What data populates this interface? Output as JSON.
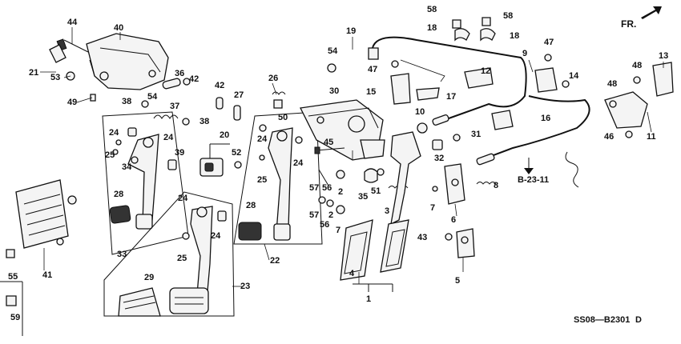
{
  "diagram": {
    "labels": [
      "1",
      "2",
      "3",
      "4",
      "5",
      "6",
      "7",
      "8",
      "9",
      "10",
      "11",
      "12",
      "13",
      "14",
      "15",
      "16",
      "17",
      "18",
      "19",
      "20",
      "21",
      "22",
      "23",
      "24",
      "25",
      "26",
      "27",
      "28",
      "29",
      "30",
      "31",
      "32",
      "33",
      "34",
      "35",
      "36",
      "37",
      "38",
      "39",
      "40",
      "41",
      "42",
      "43",
      "44",
      "45",
      "46",
      "47",
      "48",
      "49",
      "50",
      "51",
      "52",
      "53",
      "54",
      "55",
      "56",
      "57",
      "58",
      "59"
    ],
    "reference": "B-23-11",
    "direction_label": "FR.",
    "code": "SS08—B2301",
    "code_suffix": "D"
  }
}
